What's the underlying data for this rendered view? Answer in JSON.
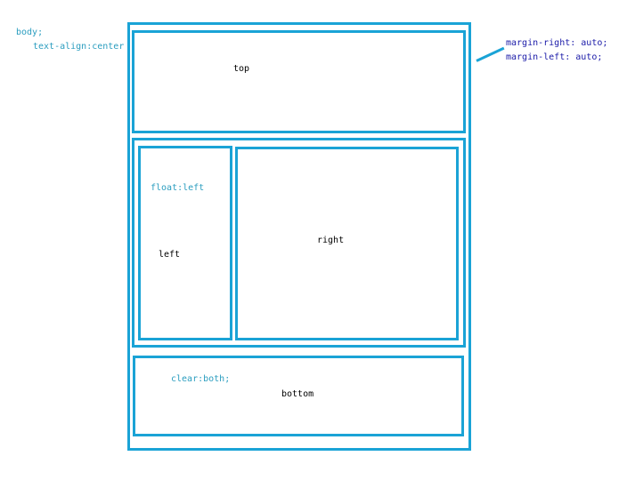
{
  "notes": {
    "body_line_1": "body;",
    "body_line_2": "text-align:center",
    "margin_right": "margin-right: auto;",
    "margin_left": "margin-left: auto;",
    "float_left": "float:left",
    "clear_both": "clear:both;"
  },
  "labels": {
    "top": "top",
    "left": "left",
    "right": "right",
    "bottom": "bottom"
  },
  "colors": {
    "box_border": "#1aa3d6",
    "note_cyan": "#2a9dbf",
    "note_blue": "#1a1aa8",
    "label": "#000000"
  }
}
